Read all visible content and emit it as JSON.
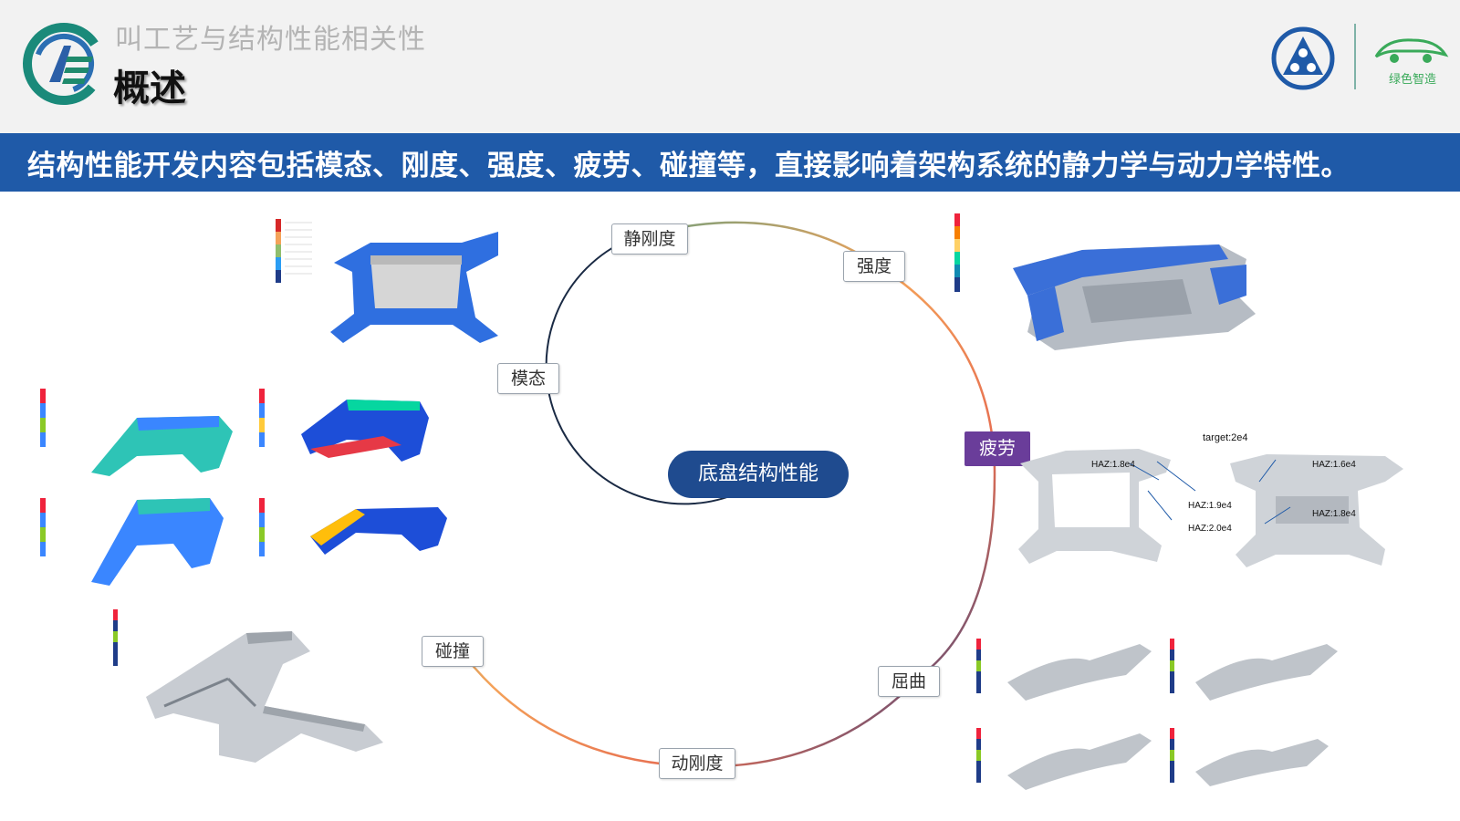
{
  "header": {
    "subtitle": "叫工艺与结构性能相关性",
    "title": "概述",
    "right_logo_text": "绿色智造"
  },
  "banner": {
    "text": "结构性能开发内容包括模态、刚度、强度、疲劳、碰撞等，直接影响着架构系统的静力学与动力学特性。"
  },
  "diagram": {
    "center": "底盘结构性能",
    "nodes": {
      "static_stiffness": "静刚度",
      "strength": "强度",
      "modal": "模态",
      "fatigue": "疲劳",
      "crash": "碰撞",
      "buckling": "屈曲",
      "dynamic_stiffness": "动刚度"
    }
  },
  "fatigue_panel": {
    "target": "target:2e4",
    "labels": [
      "HAZ:1.8e4",
      "HAZ:1.9e4",
      "HAZ:2.0e4",
      "HAZ:1.6e4",
      "HAZ:1.8e4"
    ]
  },
  "colors": {
    "banner": "#1f5aa8",
    "center_node": "#1f4b8f",
    "fatigue_highlight": "#6a3d9a",
    "ring_gradient": [
      "#2a9d8f",
      "#f4a259",
      "#e76f51",
      "#1f3c88"
    ]
  }
}
